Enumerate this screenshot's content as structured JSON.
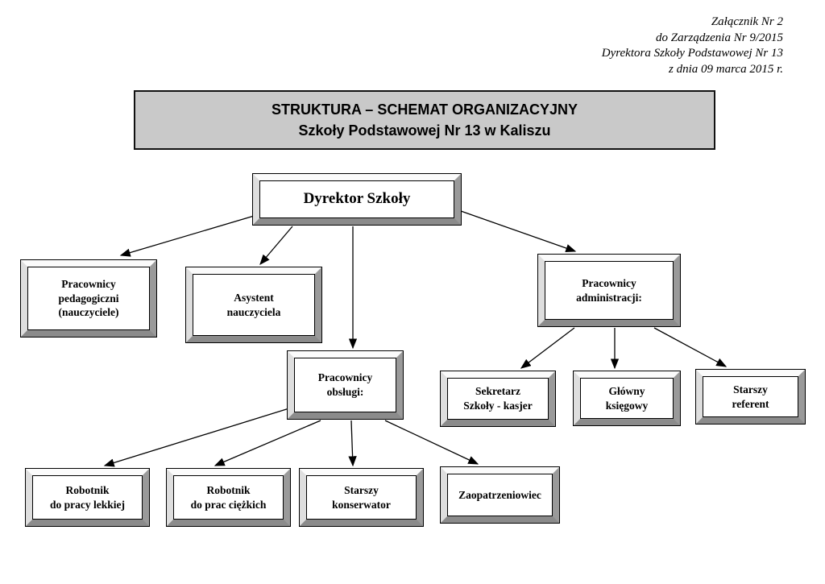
{
  "annotation": {
    "lines": [
      "Załącznik Nr 2",
      "do Zarządzenia Nr 9/2015",
      "Dyrektora Szkoły Podstawowej Nr 13",
      "z dnia 09 marca 2015 r."
    ]
  },
  "title": {
    "line1": "STRUKTURA – SCHEMAT ORGANIZACYJNY",
    "line2": "Szkoły Podstawowej Nr 13 w Kaliszu"
  },
  "nodes": {
    "dyrektor": {
      "lines": [
        "Dyrektor Szkoły"
      ]
    },
    "pedagogiczni": {
      "lines": [
        "Pracownicy",
        "pedagogiczni",
        "(nauczyciele)"
      ]
    },
    "asystent": {
      "lines": [
        "Asystent",
        "nauczyciela"
      ]
    },
    "administracja": {
      "lines": [
        "Pracownicy",
        "administracji:"
      ]
    },
    "obsluga": {
      "lines": [
        "Pracownicy",
        "obsługi:"
      ]
    },
    "sekretarz": {
      "lines": [
        "Sekretarz",
        "Szkoły - kasjer"
      ]
    },
    "ksiegowy": {
      "lines": [
        "Główny",
        "księgowy"
      ]
    },
    "referent": {
      "lines": [
        "Starszy",
        "referent"
      ]
    },
    "robotnik_lekki": {
      "lines": [
        "Robotnik",
        "do pracy lekkiej"
      ]
    },
    "robotnik_ciezki": {
      "lines": [
        "Robotnik",
        "do prac ciężkich"
      ]
    },
    "konserwator": {
      "lines": [
        "Starszy",
        "konserwator"
      ]
    },
    "zaopatrzeniowiec": {
      "lines": [
        "Zaopatrzeniowiec"
      ]
    }
  },
  "edges": [
    [
      "dyrektor",
      "pedagogiczni"
    ],
    [
      "dyrektor",
      "asystent"
    ],
    [
      "dyrektor",
      "obsluga"
    ],
    [
      "dyrektor",
      "administracja"
    ],
    [
      "administracja",
      "sekretarz"
    ],
    [
      "administracja",
      "ksiegowy"
    ],
    [
      "administracja",
      "referent"
    ],
    [
      "obsluga",
      "robotnik_lekki"
    ],
    [
      "obsluga",
      "robotnik_ciezki"
    ],
    [
      "obsluga",
      "konserwator"
    ],
    [
      "obsluga",
      "zaopatrzeniowiec"
    ]
  ],
  "colors": {
    "title_bg": "#c9c9c9",
    "line": "#000000"
  }
}
